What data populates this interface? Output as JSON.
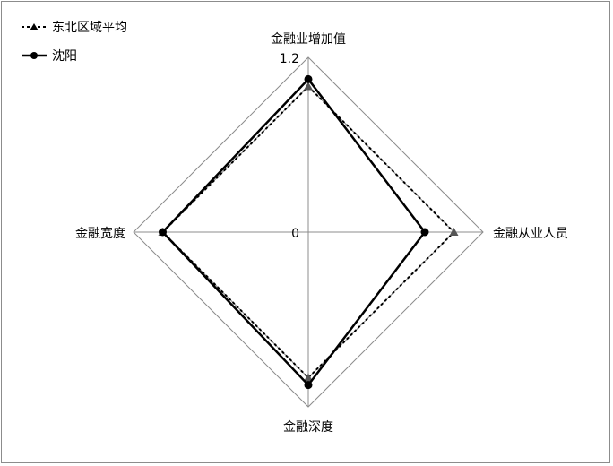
{
  "chart_data": {
    "type": "radar",
    "title": "",
    "axes": [
      "金融业增加值",
      "金融从业人员",
      "金融深度",
      "金融宽度"
    ],
    "range": [
      0,
      1.2
    ],
    "tick_labels": [
      "0",
      "1.2"
    ],
    "grid": true,
    "legend_position": "top-left",
    "series": [
      {
        "name": "东北区域平均",
        "values": [
          1.0,
          1.0,
          1.0,
          1.0
        ],
        "style": "dotted",
        "marker": "triangle",
        "color": "#000000"
      },
      {
        "name": "沈阳",
        "values": [
          1.05,
          0.8,
          1.05,
          1.0
        ],
        "style": "solid",
        "marker": "circle",
        "color": "#000000"
      }
    ]
  }
}
